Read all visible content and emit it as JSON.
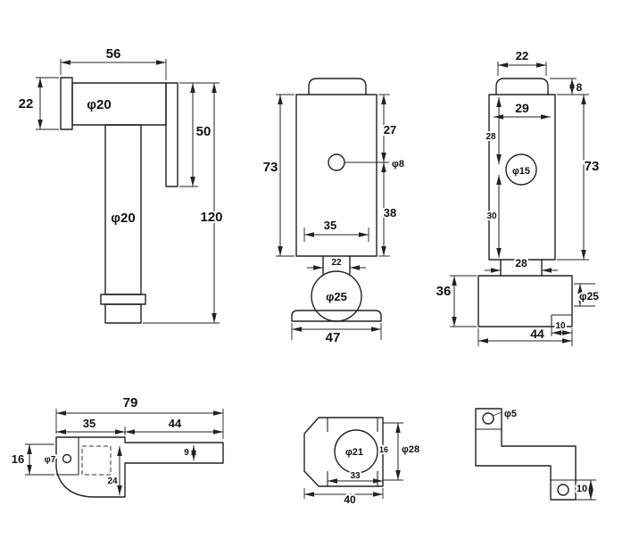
{
  "colors": {
    "line": "#222222",
    "background": "#ffffff"
  },
  "views": {
    "v1": {
      "dims": {
        "w56": "56",
        "h22": "22",
        "dia_top": "φ20",
        "h50": "50",
        "dia_shaft": "φ20",
        "h120": "120"
      }
    },
    "v2": {
      "dims": {
        "h73": "73",
        "s27": "27",
        "dia8": "φ8",
        "s38": "38",
        "w35": "35",
        "neck22": "22",
        "dia25": "φ25",
        "w47": "47"
      }
    },
    "v3": {
      "dims": {
        "cap22": "22",
        "cap8": "8",
        "w29": "29",
        "o28": "28",
        "dia15": "φ15",
        "h73": "73",
        "o30": "30",
        "neck28": "28",
        "h36": "36",
        "dia25": "φ25",
        "w44": "44",
        "n10": "10"
      }
    },
    "v4": {
      "dims": {
        "w79": "79",
        "w35": "35",
        "w44": "44",
        "h16": "16",
        "dia7": "φ7",
        "t9": "9",
        "h24": "24"
      }
    },
    "v5": {
      "dims": {
        "dia21": "φ21",
        "o16": "16",
        "dia28": "φ28",
        "w33": "33",
        "w40": "40"
      }
    },
    "v6": {
      "dims": {
        "dia5": "φ5",
        "t10": "10"
      }
    }
  }
}
